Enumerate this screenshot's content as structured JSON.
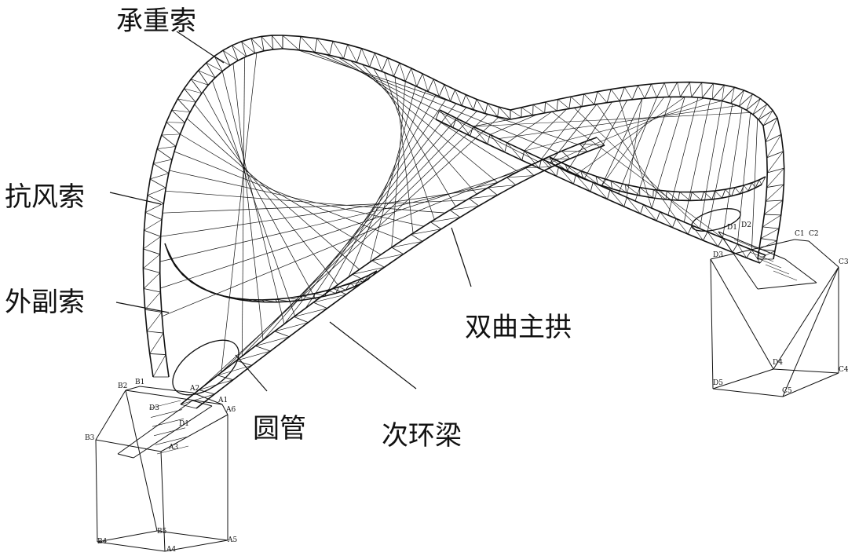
{
  "labels": {
    "bearing_cable": "承重索",
    "wind_cable": "抗风索",
    "outer_aux_cable": "外副索",
    "hyperbolic_arch": "双曲主拱",
    "round_tube": "圆管",
    "secondary_ring_beam": "次环梁"
  },
  "points_left": {
    "B1": "B1",
    "B2": "B2",
    "B3": "B3",
    "B4": "B4",
    "B5": "B5",
    "A1": "A1",
    "A2": "A2",
    "A3": "A3",
    "A4": "A4",
    "A5": "A5",
    "A6": "A6",
    "D1": "D1",
    "D3": "D3"
  },
  "points_right": {
    "D1": "D1",
    "D2": "D2",
    "D3": "D3",
    "D4": "D4",
    "D5": "D5",
    "C1": "C1",
    "C2": "C2",
    "C3": "C3",
    "C4": "C4",
    "C5": "C5"
  },
  "colors": {
    "line": "#111111",
    "background": "#ffffff"
  }
}
